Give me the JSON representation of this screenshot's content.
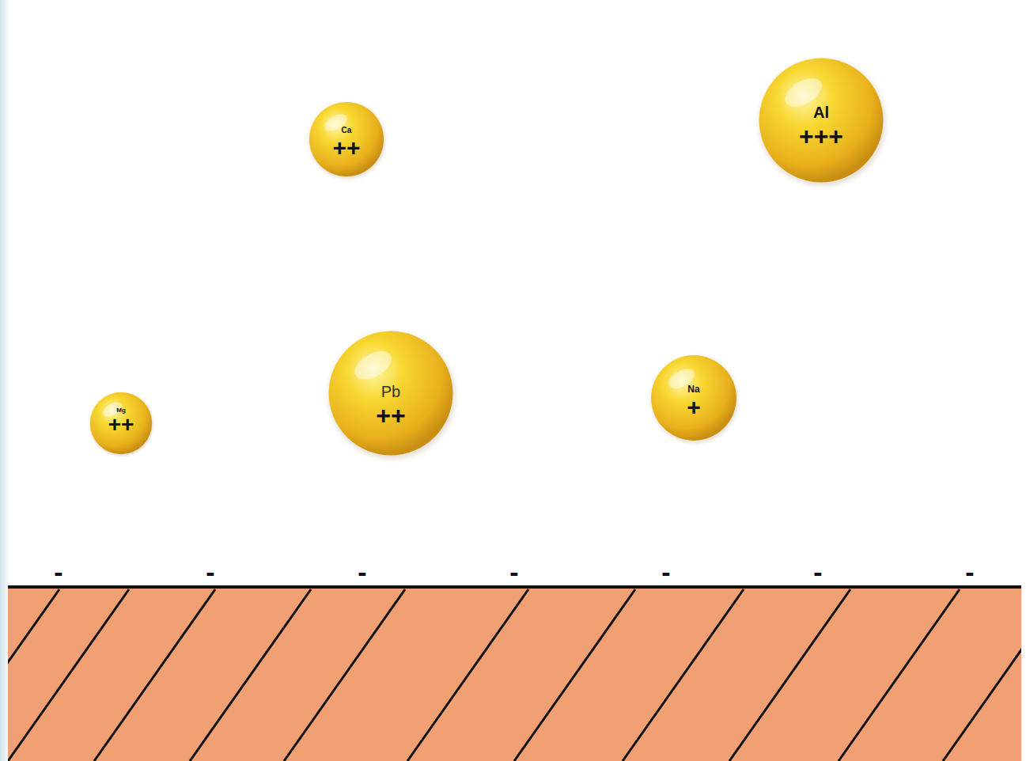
{
  "diagram": {
    "nodes": [
      {
        "text": [
          "Ca",
          "++"
        ]
      },
      {
        "text": [
          "Al",
          "+++"
        ]
      },
      {
        "text": [
          "Mg",
          "++"
        ]
      },
      {
        "text": [
          "Pb",
          "++"
        ]
      },
      {
        "text": [
          "Na",
          "+"
        ]
      }
    ],
    "labels": [
      "-",
      "-",
      "-",
      "-",
      "-",
      "-",
      "-"
    ]
  }
}
